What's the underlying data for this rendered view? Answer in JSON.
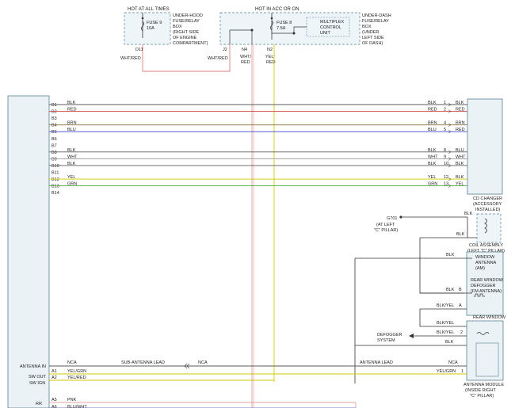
{
  "top": {
    "hot_at_all_times": "HOT AT ALL TIMES",
    "hot_in_acc": "HOT IN ACC OR ON",
    "fuse9_name": "FUSE 9",
    "fuse9_amp": "10A",
    "fuse8_name": "FUSE 8",
    "fuse8_amp": "7.5A",
    "underhood_box": [
      "UNDER-HOOD",
      "FUSE/RELAY",
      "BOX",
      "(RIGHT SIDE",
      "OF ENGINE",
      "COMPARTMENT)"
    ],
    "underdash_box": [
      "UNDER-DASH",
      "FUSE/RELAY",
      "BOX",
      "(UNDER",
      "LEFT SIDE",
      "OF DASH)"
    ],
    "multiplex_unit": [
      "MULTIPLEX",
      "CONTROL",
      "UNIT"
    ],
    "terminals": {
      "d11": "D11",
      "j2": "J2",
      "n4": "N4",
      "n2": "N2"
    },
    "wire_d11": "WHT/RED",
    "wire_j2": "WHT/RED",
    "wire_n4": [
      "WHT/",
      "RED"
    ],
    "wire_n2": [
      "YEL/",
      "RED"
    ]
  },
  "radio_pins": [
    {
      "pin": "B1",
      "color": "BLK",
      "right_color": "BLK",
      "right_num": "1",
      "cd_color": "BLK",
      "line": "#5b5b5b"
    },
    {
      "pin": "B2",
      "color": "RED",
      "right_color": "RED",
      "right_num": "2",
      "cd_color": "RED",
      "line": "#d04a4a"
    },
    {
      "pin": "B3",
      "color": "",
      "right_color": "",
      "right_num": "",
      "cd_color": "",
      "line": ""
    },
    {
      "pin": "B4",
      "color": "BRN",
      "right_color": "BRN",
      "right_num": "4",
      "cd_color": "BRN",
      "line": "#8a6a3a"
    },
    {
      "pin": "B5",
      "color": "BLU",
      "right_color": "BLU",
      "right_num": "5",
      "cd_color": "RED",
      "line": "#3a48c8"
    },
    {
      "pin": "B6",
      "color": "",
      "right_color": "",
      "right_num": "",
      "cd_color": "",
      "line": ""
    },
    {
      "pin": "B7",
      "color": "",
      "right_color": "",
      "right_num": "",
      "cd_color": "",
      "line": ""
    },
    {
      "pin": "B8",
      "color": "BLK",
      "right_color": "BLK",
      "right_num": "8",
      "cd_color": "BLU",
      "line": "#5b5b5b"
    },
    {
      "pin": "B9",
      "color": "WHT",
      "right_color": "WHT",
      "right_num": "9",
      "cd_color": "WHT",
      "line": "#9a9a9a"
    },
    {
      "pin": "B10",
      "color": "BLK",
      "right_color": "BLK",
      "right_num": "10",
      "cd_color": "BLK",
      "line": "#5b5b5b"
    },
    {
      "pin": "B11",
      "color": "",
      "right_color": "",
      "right_num": "",
      "cd_color": "",
      "line": ""
    },
    {
      "pin": "B12",
      "color": "YEL",
      "right_color": "YEL",
      "right_num": "12",
      "cd_color": "BLK",
      "line": "#d6c800"
    },
    {
      "pin": "B13",
      "color": "GRN",
      "right_color": "GRN",
      "right_num": "13",
      "cd_color": "YEL",
      "line": "#4aaa3a"
    },
    {
      "pin": "B14",
      "color": "",
      "right_color": "",
      "right_num": "",
      "cd_color": "",
      "line": ""
    }
  ],
  "cd_changer": [
    "CD CHANGER",
    "(ACCESSORY",
    "INSTALLED)"
  ],
  "ground": {
    "name": "G701",
    "loc": [
      "(AT LEFT",
      "\"C\" PILLAR)"
    ],
    "wire": "BLK"
  },
  "coil_assembly": [
    "COIL ASSEMBLY",
    "(LEFT \"C\" PILLAR)"
  ],
  "coil_wire": "BLK",
  "window_antenna": {
    "label": [
      "WINDOW",
      "ANTENNA",
      "(AM)"
    ],
    "wire": "BLK"
  },
  "rear_defogger": {
    "label": [
      "REAR WINDOW",
      "DEFOGGER",
      "(FM ANTENNA)"
    ],
    "wire": "BLK",
    "pin": "B"
  },
  "rear_window": "REAR WINDOW",
  "module_wires": {
    "a_color": "BLK/YEL",
    "a_pin": "A",
    "blkyel": "BLK/YEL",
    "p2_color": "BLK/YEL",
    "p2_pin": "2",
    "blk": "BLK",
    "yg_color": "YEL/GRN",
    "p1_pin": "1"
  },
  "defogger_system": [
    "DEFOGGER",
    "SYSTEM"
  ],
  "antenna_module": [
    "ANTENNA MODULE",
    "(INSIDE RIGHT",
    "\"C\" PILLAR)"
  ],
  "bottom": {
    "antenna_in": "ANTENNA IN",
    "sw_out": "SW OUT",
    "sw_ign": "SW IGN",
    "rr": "RR",
    "nca1": "NCA",
    "sub_lead": "SUB-ANTENNA LEAD",
    "nca2": "NCA",
    "antenna_lead": "ANTENNA LEAD",
    "nca3": "NCA",
    "a1": "A1",
    "a1_color": "YEL/GRN",
    "a2": "A2",
    "a2_color": "YEL/RED",
    "a5": "A5",
    "a5_color": "PNK",
    "a6": "A6",
    "a6_color": "BLU/WHT"
  }
}
